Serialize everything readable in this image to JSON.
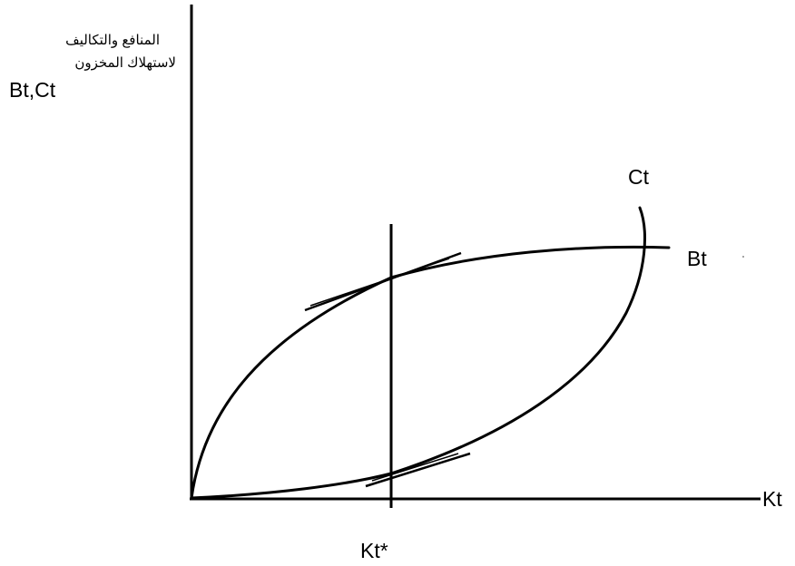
{
  "diagram": {
    "y_axis_label": {
      "arabic_line_1": "المنافع والتكاليف",
      "arabic_line_2": "لاستهلاك المخزون",
      "english": "Bt,Ct"
    },
    "x_axis_label": "Kt",
    "curve_labels": {
      "cost": "Ct",
      "benefit": "Bt"
    },
    "optimum_label": "Kt*",
    "colors": {
      "ink": "#000000",
      "background": "#ffffff"
    }
  }
}
